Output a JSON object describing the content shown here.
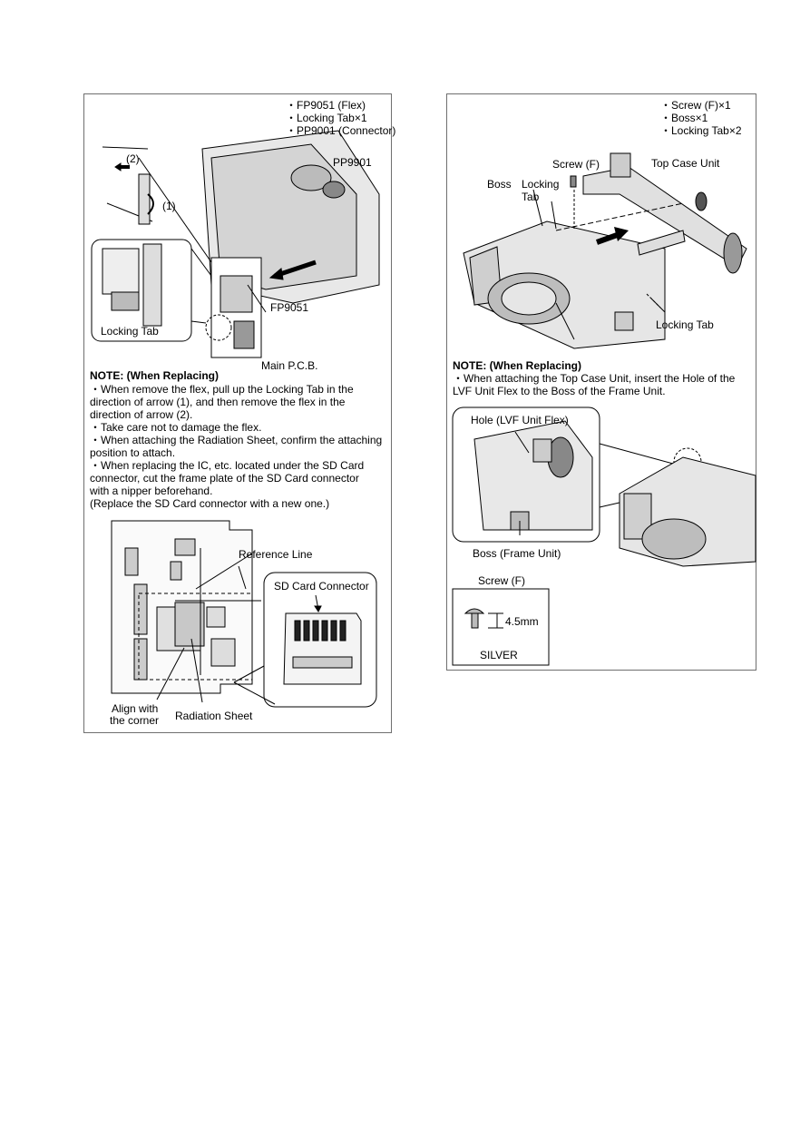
{
  "left": {
    "parts_list": [
      "・FP9051 (Flex)",
      "・Locking Tab×1",
      "・PP9001 (Connector)"
    ],
    "labels": {
      "arrow2": "(2)",
      "arrow1": "(1)",
      "pp9901": "PP9901",
      "fp9051": "FP9051",
      "locking_tab": "Locking Tab",
      "main_pcb": "Main P.C.B."
    },
    "note_title": "NOTE: (When Replacing)",
    "note_lines": [
      "・When remove the flex, pull up the Locking Tab in the",
      "  direction of arrow (1), and then remove the flex in the",
      "  direction of arrow (2).",
      "・Take care not to damage the flex.",
      "・When attaching the Radiation Sheet, confirm the attaching",
      "  position to attach.",
      "・When replacing the IC, etc. located under the SD Card",
      "  connector, cut the frame plate of the SD Card connector",
      "  with a nipper beforehand.",
      "  (Replace the SD Card connector with a new one.)"
    ],
    "pcb_labels": {
      "reference_line": "Reference Line",
      "sd_card_connector": "SD Card Connector",
      "align_corner_1": "Align with",
      "align_corner_2": "the corner",
      "radiation_sheet": "Radiation Sheet"
    }
  },
  "right": {
    "parts_list": [
      "・Screw (F)×1",
      "・Boss×1",
      "・Locking Tab×2"
    ],
    "labels": {
      "screw_f": "Screw (F)",
      "top_case_unit": "Top Case Unit",
      "boss": "Boss",
      "locking_tab_1": "Locking",
      "locking_tab_2": "Tab",
      "locking_tab_bottom": "Locking Tab"
    },
    "note_title": "NOTE: (When Replacing)",
    "note_lines": [
      "・When attaching the Top Case Unit, insert the Hole of the",
      "  LVF Unit Flex to the Boss of the Frame Unit."
    ],
    "detail_labels": {
      "hole": "Hole (LVF Unit Flex)",
      "boss_frame": "Boss (Frame Unit)"
    },
    "screw_spec": {
      "title": "Screw (F)",
      "length": "4.5mm",
      "color": "SILVER"
    }
  }
}
